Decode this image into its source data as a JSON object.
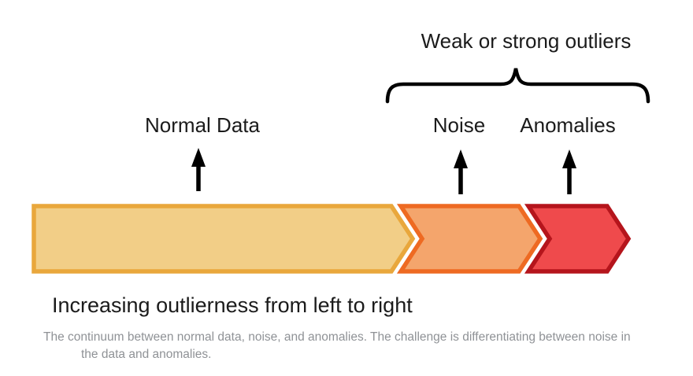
{
  "labels": {
    "group_heading": "Weak or strong outliers",
    "normal": "Normal Data",
    "noise": "Noise",
    "anomalies": "Anomalies"
  },
  "axis_note": "Increasing outlierness from left to right",
  "caption": {
    "line1": "The continuum between normal data, noise, and anomalies. The challenge is differentiating between noise in",
    "line2": "the data and anomalies."
  },
  "colors": {
    "normal_fill": "#F2CE87",
    "normal_border": "#E9A73C",
    "noise_fill": "#F4A56C",
    "noise_border": "#EE6A22",
    "anomalies_fill": "#EF4A4C",
    "anomalies_border": "#B5151C",
    "annotation_black": "#000000",
    "heading_text": "#1B1B1B",
    "caption_text": "#8F9296"
  }
}
